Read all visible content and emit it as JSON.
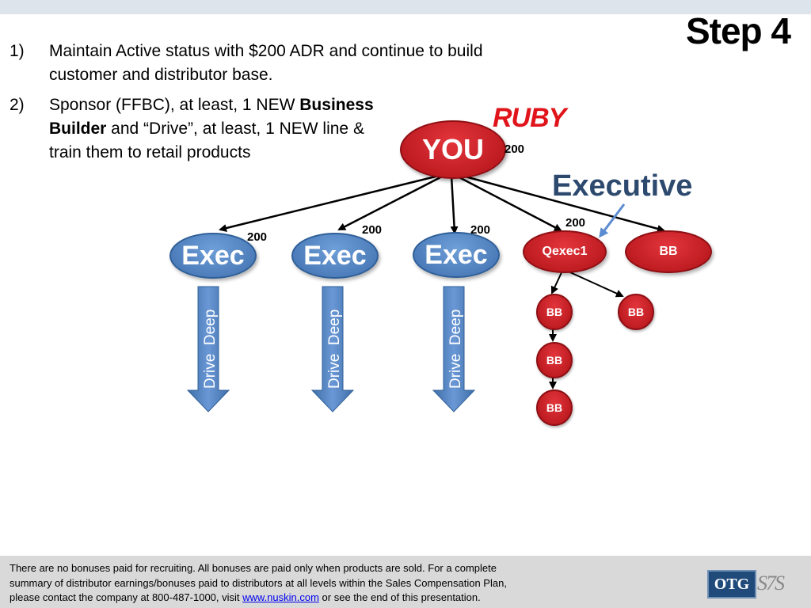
{
  "slide": {
    "title": "Step 4",
    "bullets": [
      {
        "number": "1)",
        "parts": [
          {
            "text": "Maintain Active status with $200 ADR and continue to build customer and distributor base.",
            "bold": false
          }
        ]
      },
      {
        "number": "2)",
        "parts": [
          {
            "text": "Sponsor (FFBC), at least, 1 NEW ",
            "bold": false
          },
          {
            "text": "Business Builder",
            "bold": true
          },
          {
            "text": " and “Drive”, at least, 1 NEW line & train them to retail products",
            "bold": false
          }
        ]
      }
    ]
  },
  "diagram": {
    "rank_label": "RUBY",
    "executive_label": "Executive",
    "root": {
      "label": "YOU",
      "amount": "200"
    },
    "execs": [
      {
        "label": "Exec",
        "amount": "200",
        "drive_label": "Drive  Deep"
      },
      {
        "label": "Exec",
        "amount": "200",
        "drive_label": "Drive  Deep"
      },
      {
        "label": "Exec",
        "amount": "200",
        "drive_label": "Drive  Deep"
      }
    ],
    "qexec": {
      "label": "Qexec1",
      "amount": "200"
    },
    "bb_top": {
      "label": "BB"
    },
    "qexec_children": [
      {
        "label": "BB"
      },
      {
        "label": "BB"
      },
      {
        "label": "BB"
      },
      {
        "label": "BB"
      }
    ],
    "colors": {
      "red": "#c8161d",
      "blue": "#4f81bd",
      "accent_red": "#e0141a",
      "navy": "#2d4a6e"
    }
  },
  "footer": {
    "line1": "There are no bonuses paid for recruiting. All bonuses are paid only when products are sold.  For a complete",
    "line2": "summary of distributor earnings/bonuses paid to distributors at all levels within the Sales Compensation Plan,",
    "line3_pre": "please contact the company at 800-487-1000, visit ",
    "link": "www.nuskin.com",
    "line3_post": "  or see the end of this presentation.",
    "logo_otg": "OTG",
    "logo_s7s": "S7S"
  }
}
